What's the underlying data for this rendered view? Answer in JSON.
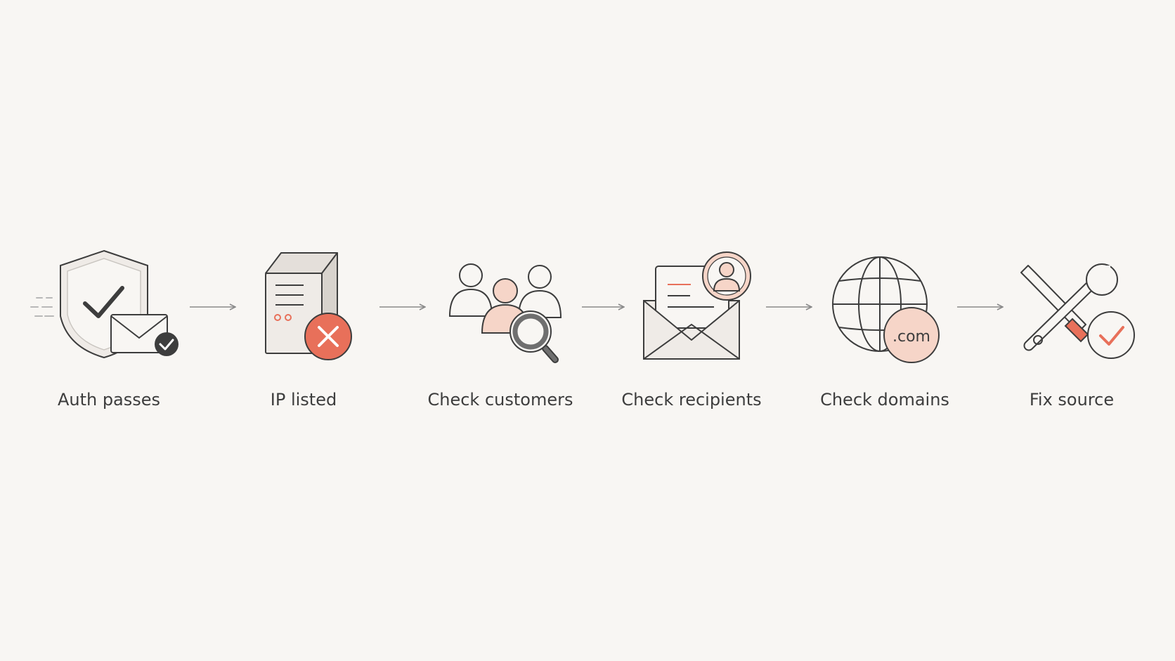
{
  "steps": [
    {
      "label": "Auth passes",
      "icon": "shield-envelope-check-icon"
    },
    {
      "label": "IP listed",
      "icon": "server-error-icon"
    },
    {
      "label": "Check customers",
      "icon": "users-search-icon"
    },
    {
      "label": "Check recipients",
      "icon": "envelope-recipient-icon"
    },
    {
      "label": "Check domains",
      "icon": "globe-domain-icon"
    },
    {
      "label": "Fix source",
      "icon": "tools-check-icon"
    }
  ],
  "badges": {
    "domain_text": ".com"
  },
  "colors": {
    "accent": "#e8705a",
    "accent_light": "#f6d5c8",
    "stroke": "#3d3d3d",
    "fill_light": "#efebe7",
    "background": "#f8f6f3"
  }
}
